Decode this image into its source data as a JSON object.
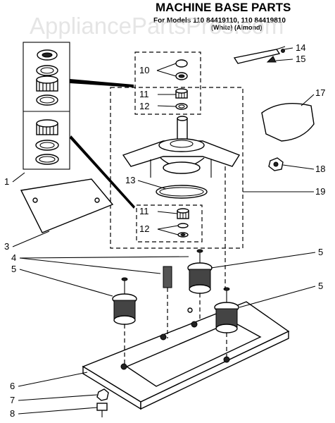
{
  "title": "MACHINE BASE PARTS",
  "models_line_1": "For Models 110 84419110, 110 84419810",
  "models_line_2": "(White)          (Almond)",
  "watermark": "AppliancePartsPros.com",
  "callouts": [
    "1",
    "3",
    "4",
    "5",
    "5",
    "5",
    "6",
    "7",
    "8",
    "10",
    "11",
    "11",
    "12",
    "12",
    "13",
    "14",
    "15",
    "17",
    "18",
    "19"
  ]
}
